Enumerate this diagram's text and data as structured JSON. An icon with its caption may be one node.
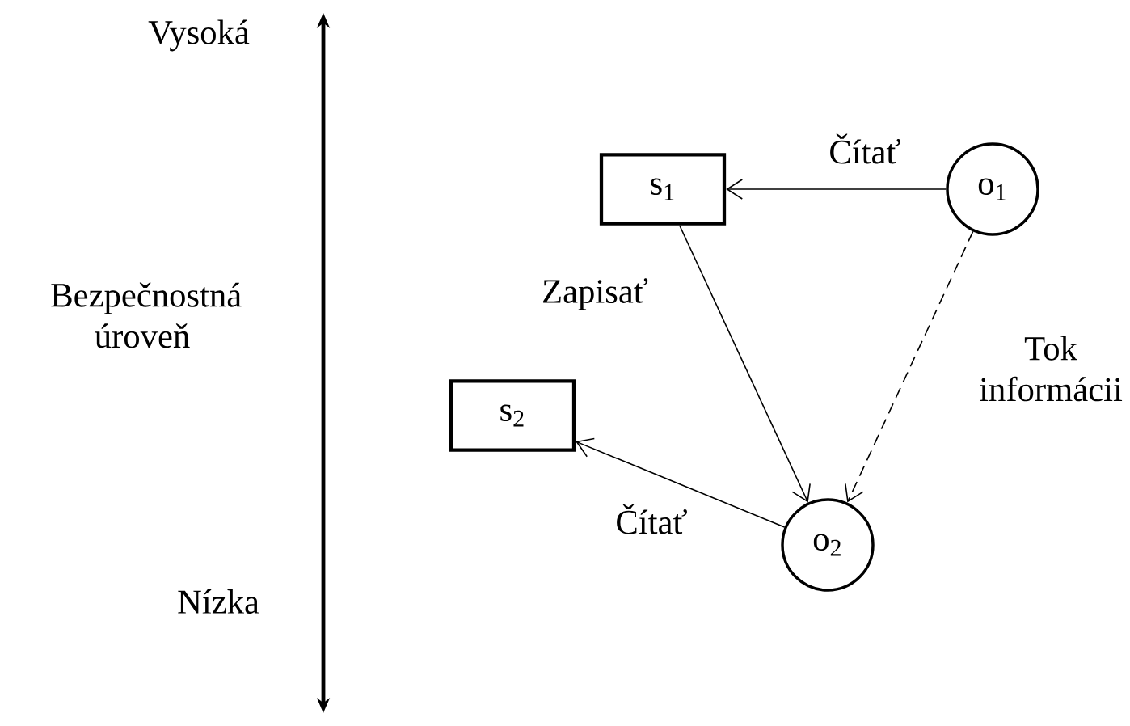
{
  "diagram": {
    "nodes": [
      {
        "text": [
          "s$_{1}$"
        ]
      },
      {
        "text": [
          "o$_{1}$"
        ]
      },
      {
        "text": [
          "s$_{2}$"
        ]
      },
      {
        "text": [
          "o$_{2}$"
        ]
      }
    ],
    "edges": [
      {
        "from": 1,
        "to": 0,
        "arrow": "to",
        "label": "Čítať"
      },
      {
        "from": 0,
        "to": 3,
        "arrow": "to",
        "label": "Zapisať"
      },
      {
        "from": 1,
        "to": 3,
        "arrow": "to",
        "style": "dashed",
        "label": "Tok informácii"
      },
      {
        "from": 3,
        "to": 2,
        "arrow": "to",
        "label": "Čítať"
      }
    ],
    "labels": [
      "Vysoká",
      "Bezpečnostná úroveň",
      "Nízka"
    ]
  }
}
